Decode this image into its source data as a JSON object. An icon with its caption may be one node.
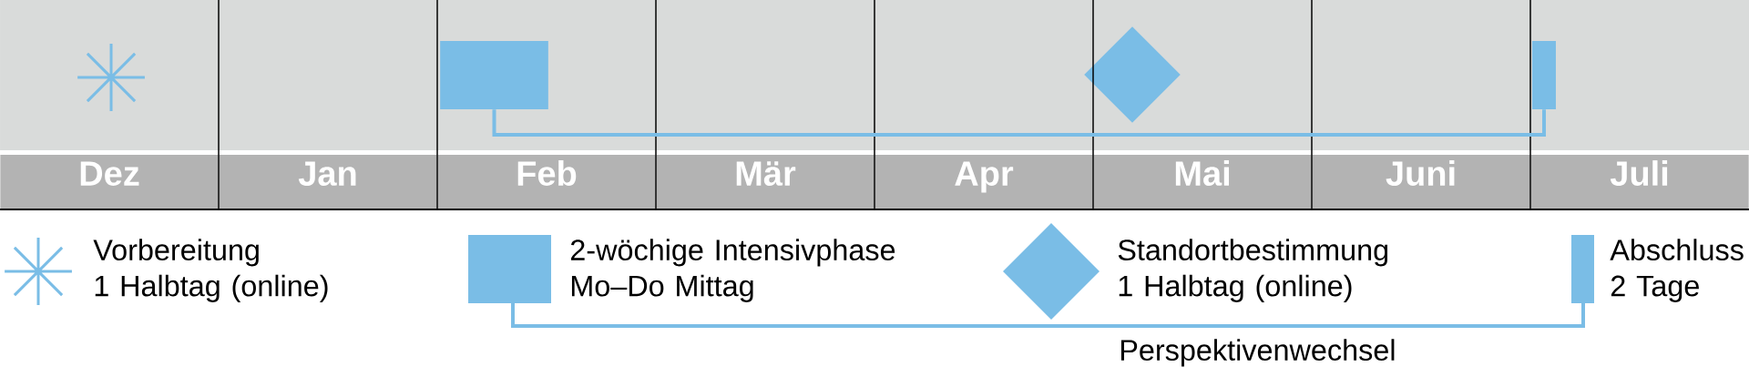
{
  "diagram": {
    "nodes": [
      {
        "text": [
          "Dez"
        ]
      },
      {
        "text": [
          "Jan"
        ]
      },
      {
        "text": [
          "Feb"
        ]
      },
      {
        "text": [
          "Mär"
        ]
      },
      {
        "text": [
          "Apr"
        ]
      },
      {
        "text": [
          "Mai"
        ]
      },
      {
        "text": [
          "Juni"
        ]
      },
      {
        "text": [
          "Juli"
        ]
      },
      {
        "text": [],
        "shape": "star"
      },
      {
        "text": [],
        "shape": "box"
      },
      {
        "text": [],
        "shape": "diamond"
      },
      {
        "text": [],
        "shape": "bar"
      }
    ],
    "edges": [
      {
        "from": 9,
        "to": 11,
        "arrow": "none"
      }
    ],
    "legend": [
      {
        "text": "Vorbereitung 1 Halbtag (online)"
      },
      {
        "text": "2-wöchige Intensivphase Mo–Do Mittag"
      },
      {
        "text": "Standortbestimmung 1 Halbtag (online)"
      },
      {
        "text": "Abschluss 2 Tage"
      },
      {
        "text": "Perspektivenwechsel"
      }
    ]
  }
}
